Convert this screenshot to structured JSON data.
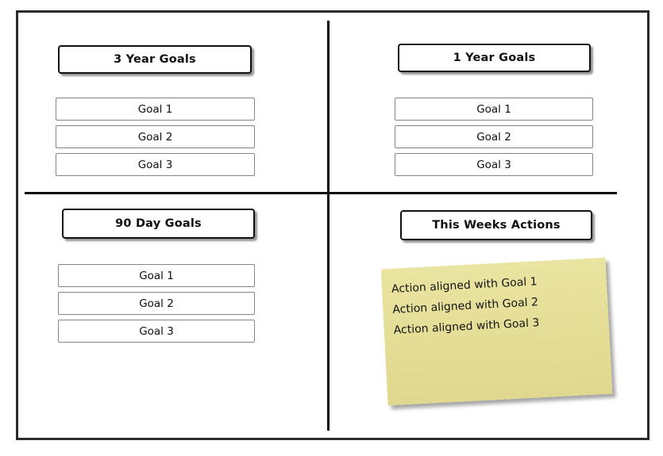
{
  "diagram": {
    "type": "goal-planning-quadrants",
    "quadrants": [
      {
        "id": "three-year-goals",
        "title": "3 Year Goals",
        "goals": [
          "Goal 1",
          "Goal 2",
          "Goal 3"
        ]
      },
      {
        "id": "one-year-goals",
        "title": "1 Year Goals",
        "goals": [
          "Goal 1",
          "Goal 2",
          "Goal 3"
        ]
      },
      {
        "id": "ninety-day-goals",
        "title": "90 Day Goals",
        "goals": [
          "Goal 1",
          "Goal 2",
          "Goal 3"
        ]
      },
      {
        "id": "this-weeks-actions",
        "title": "This Weeks Actions",
        "note": {
          "lines": [
            "Action aligned with Goal 1",
            "Action aligned with Goal 2",
            "Action aligned with Goal 3"
          ]
        }
      }
    ],
    "colors": {
      "background": "#ffffff",
      "frame_border": "#2b2b2b",
      "divider": "#0a0a0a",
      "header_border": "#111111",
      "goal_border": "#858585",
      "note_fill": "#e4dd95",
      "text": "#111111"
    }
  }
}
